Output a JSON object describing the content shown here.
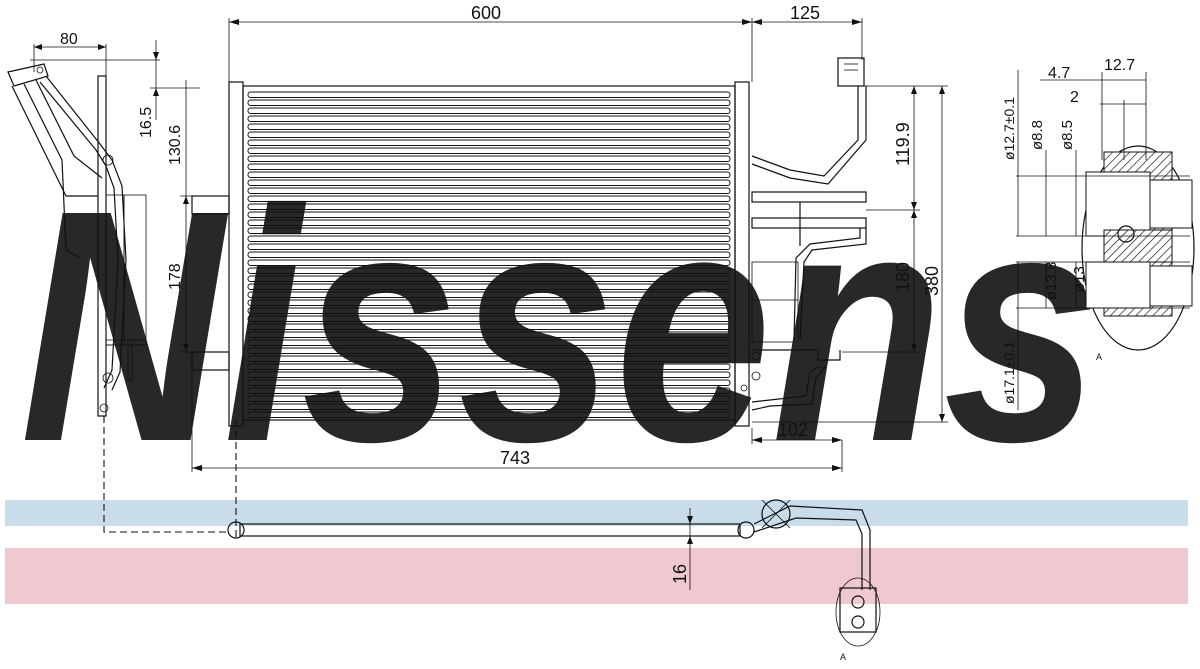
{
  "watermark": {
    "text": "Nissens",
    "registered": "®",
    "color": "#a9c3d9",
    "band_blue": "#c9dcea",
    "band_pink": "#efc9cf"
  },
  "dimensions": {
    "top_width": "600",
    "top_right_offset": "125",
    "side_offset": "80",
    "side_top": "16.5",
    "side_upper": "130.6",
    "side_lower": "178",
    "right_upper": "119.9",
    "right_mid": "180",
    "total_height": "380",
    "bottom_total": "743",
    "bottom_right": "102",
    "pipe_diameter": "16"
  },
  "detail": {
    "w1": "4.7",
    "w2": "12.7",
    "w3": "2",
    "d_outer_top": "ø12.7±0.1",
    "d_top_a": "ø8.8",
    "d_top_b": "ø8.5",
    "d_bot_a": "ø13.8",
    "d_bot_b": "ø13",
    "d_outer_bot": "ø17.1±0.1",
    "section_label": "A"
  },
  "view_label": "A"
}
